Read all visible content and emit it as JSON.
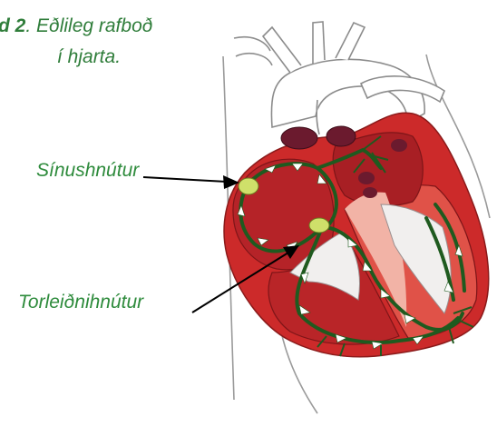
{
  "caption": {
    "figure_number": "d 2",
    "line1_rest": ". Eðlileg rafboð",
    "line2": "í hjarta."
  },
  "labels": {
    "sa_node": "Sínushnútur",
    "av_node": "Torleiðnihnútur"
  },
  "colors": {
    "caption_green": "#2f7d3a",
    "heart_red": "#cc2a2a",
    "heart_dark_red": "#a81f24",
    "heart_light_red": "#e66256",
    "vessel_dark": "#6b1a2e",
    "conduction_green": "#1f5a1f",
    "node_yellow": "#cfe06a",
    "outline_gray": "#8c8c8c"
  }
}
